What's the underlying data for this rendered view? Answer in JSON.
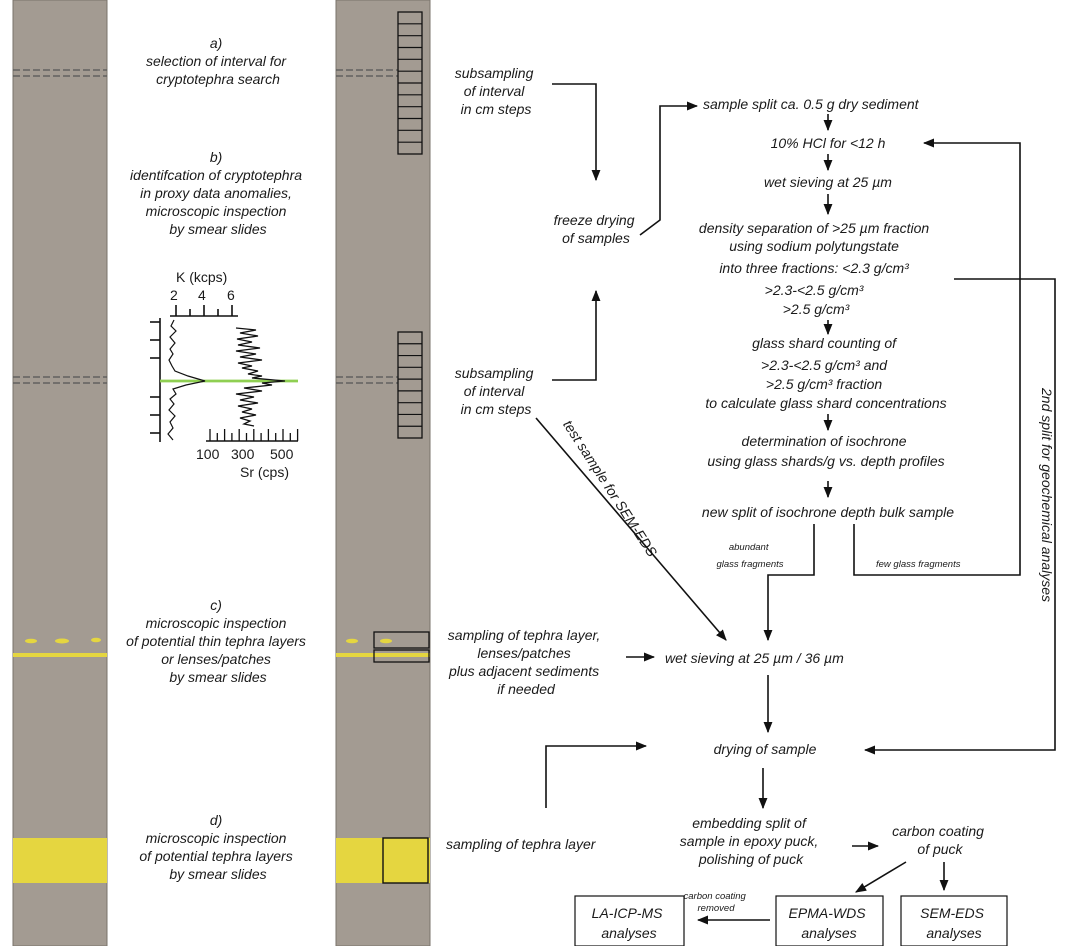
{
  "colors": {
    "core": "#a39b92",
    "tephra": "#e5d640",
    "anomaly_line": "#8fcf52",
    "ink": "#111111"
  },
  "steps": {
    "a": [
      "a)",
      "selection of interval for",
      "cryptotephra search"
    ],
    "b": [
      "b)",
      "identifcation of cryptotephra",
      "in proxy data anomalies,",
      "microscopic inspection",
      "by smear slides"
    ],
    "c": [
      "c)",
      "microscopic inspection",
      "of potential thin tephra layers",
      "or lenses/patches",
      "by smear slides"
    ],
    "d": [
      "d)",
      "microscopic inspection",
      "of potential tephra layers",
      "by smear slides"
    ]
  },
  "proxy_plot": {
    "k_label": "K (kcps)",
    "k_ticks": [
      "2",
      "4",
      "6"
    ],
    "sr_label": "Sr (cps)",
    "sr_ticks": [
      "100",
      "300",
      "500"
    ]
  },
  "sampling": {
    "subsample_1": [
      "subsampling",
      "of interval",
      "in cm steps"
    ],
    "subsample_2": [
      "subsampling",
      "of interval",
      "in cm steps"
    ],
    "freeze": [
      "freeze drying",
      "of samples"
    ],
    "tephra_layer_lenses": [
      "sampling of tephra layer,",
      "lenses/patches",
      "plus adjacent sediments",
      "if needed"
    ],
    "tephra_layer": [
      "sampling of tephra layer"
    ]
  },
  "workflow": {
    "sample_split": [
      "sample split ca. 0.5 g dry sediment"
    ],
    "hcl": [
      "10% HCl for <12 h"
    ],
    "wet_sieve_25": [
      "wet sieving at 25 µm"
    ],
    "density": [
      "density separation of >25 µm fraction",
      "using sodium polytungstate",
      "into three fractions: <2.3 g/cm³",
      ">2.3-<2.5 g/cm³",
      ">2.5 g/cm³"
    ],
    "counting": [
      "glass shard counting of",
      ">2.3-<2.5 g/cm³ and",
      ">2.5 g/cm³ fraction",
      "to calculate glass shard concentrations"
    ],
    "isochrone": [
      "determination of isochrone",
      "using glass shards/g vs. depth profiles"
    ],
    "new_split": [
      "new split of isochrone depth bulk sample"
    ],
    "abundant": [
      "abundant",
      "glass fragments"
    ],
    "few": [
      "few glass fragments"
    ],
    "wet_sieve_36": [
      "wet sieving at 25 µm / 36 µm"
    ],
    "drying": [
      "drying of sample"
    ],
    "embedding": [
      "embedding split of",
      "sample in epoxy puck,",
      "polishing of puck"
    ],
    "coating": [
      "carbon coating",
      "of puck"
    ],
    "coating_removed": [
      "carbon coating",
      "removed"
    ],
    "test_sample": "test sample for SEM-EDS",
    "second_split": "2nd split for geochemical analyses"
  },
  "analyses": {
    "la": [
      "LA-ICP-MS",
      "analyses"
    ],
    "epma": [
      "EPMA-WDS",
      "analyses"
    ],
    "sem": [
      "SEM-EDS",
      "analyses"
    ]
  }
}
